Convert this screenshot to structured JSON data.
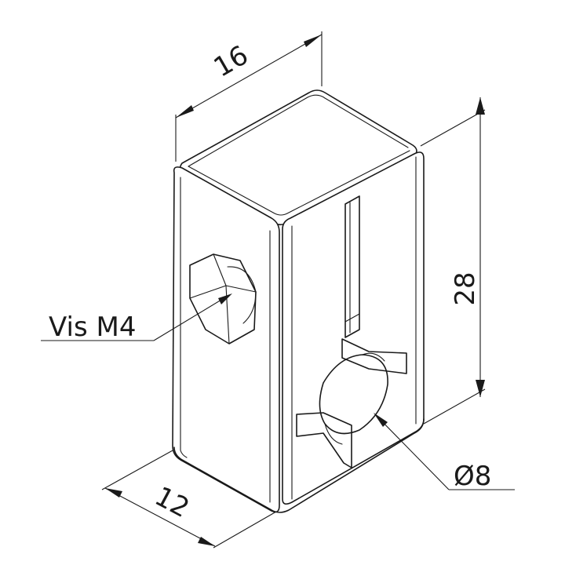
{
  "dimensions": {
    "width": "16",
    "height": "28",
    "depth": "12",
    "hole_diameter": "Ø8"
  },
  "callouts": {
    "screw": "Vis M4"
  }
}
